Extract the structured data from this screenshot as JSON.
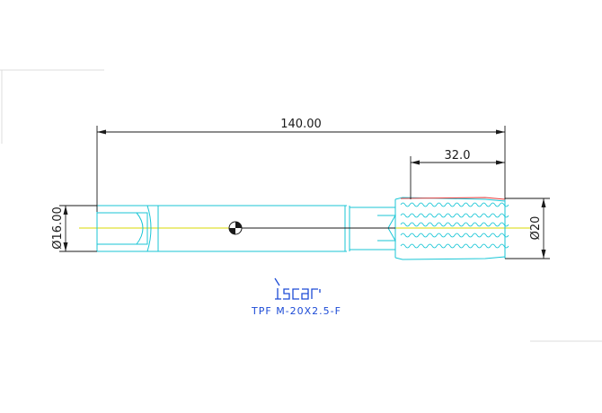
{
  "dimensions": {
    "overall_length": "140.00",
    "thread_length": "32.0",
    "shank_diameter": "Ø16.00",
    "thread_diameter": "Ø20"
  },
  "caption": "TPF M-20X2.5-F",
  "logo": {
    "text": "iscar",
    "icon": "iscar-logo"
  },
  "colors": {
    "outline": "#19c6d6",
    "centerline": "#d8d800",
    "dimension": "#1a1a1a",
    "thread_hatch": "#e63a3a",
    "caption": "#1c4bd6",
    "background": "#ffffff",
    "frame": "#e0e0e0"
  }
}
